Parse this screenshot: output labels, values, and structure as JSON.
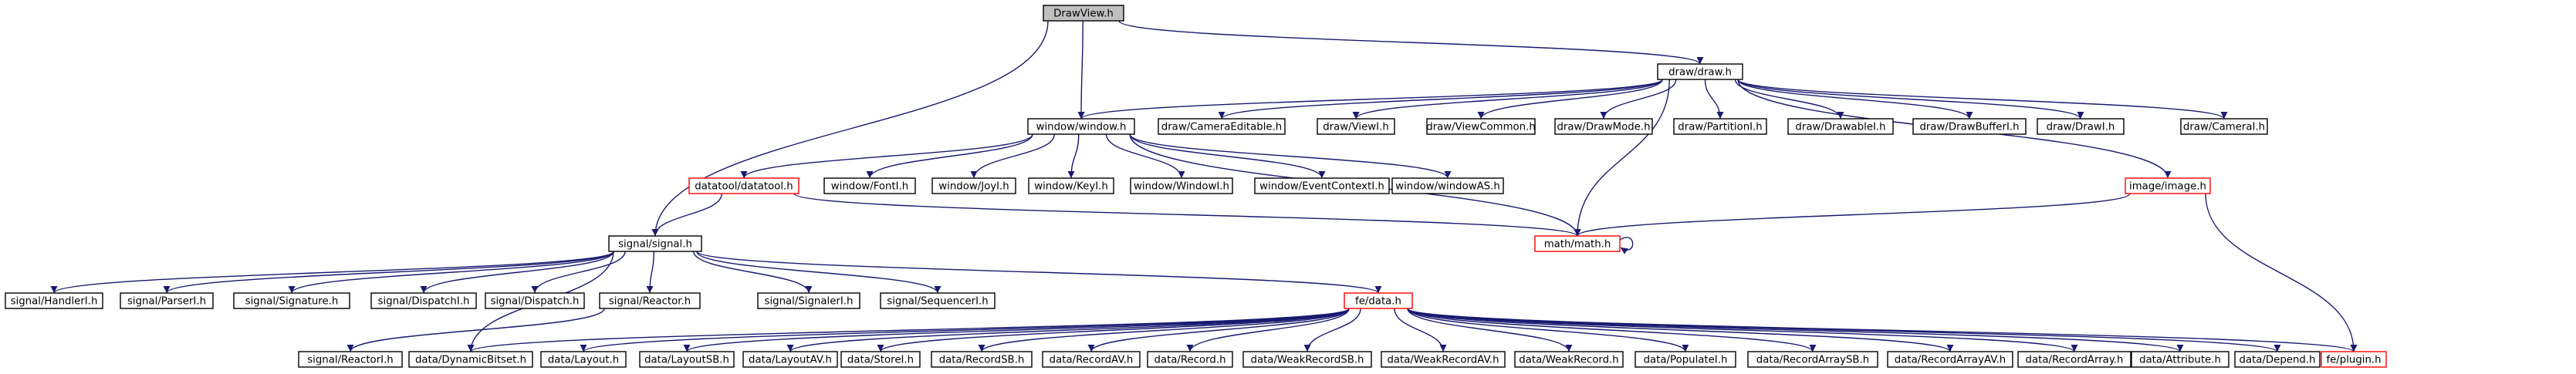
{
  "graph": {
    "type": "include-dependency-graph",
    "colors": {
      "edge": "#191970",
      "red_border": "#ff0000",
      "root_fill": "#bfbfbf"
    },
    "nodes": [
      {
        "id": "drawview",
        "label": "DrawView.h",
        "style": "root"
      },
      {
        "id": "draw",
        "label": "draw/draw.h",
        "style": "normal"
      },
      {
        "id": "window",
        "label": "window/window.h",
        "style": "normal"
      },
      {
        "id": "cameraeditable",
        "label": "draw/CameraEditable.h",
        "style": "normal"
      },
      {
        "id": "viewi",
        "label": "draw/ViewI.h",
        "style": "normal"
      },
      {
        "id": "viewcommon",
        "label": "draw/ViewCommon.h",
        "style": "normal"
      },
      {
        "id": "drawmode",
        "label": "draw/DrawMode.h",
        "style": "normal"
      },
      {
        "id": "partitioni",
        "label": "draw/PartitionI.h",
        "style": "normal"
      },
      {
        "id": "drawablei",
        "label": "draw/DrawableI.h",
        "style": "normal"
      },
      {
        "id": "drawbufferi",
        "label": "draw/DrawBufferI.h",
        "style": "normal"
      },
      {
        "id": "drawi",
        "label": "draw/DrawI.h",
        "style": "normal"
      },
      {
        "id": "camerai",
        "label": "draw/CameraI.h",
        "style": "normal"
      },
      {
        "id": "datatool",
        "label": "datatool/datatool.h",
        "style": "red"
      },
      {
        "id": "fonti",
        "label": "window/FontI.h",
        "style": "normal"
      },
      {
        "id": "joyi",
        "label": "window/JoyI.h",
        "style": "normal"
      },
      {
        "id": "keyi",
        "label": "window/KeyI.h",
        "style": "normal"
      },
      {
        "id": "windowi",
        "label": "window/WindowI.h",
        "style": "normal"
      },
      {
        "id": "eventcontexti",
        "label": "window/EventContextI.h",
        "style": "normal"
      },
      {
        "id": "windowas",
        "label": "window/windowAS.h",
        "style": "normal"
      },
      {
        "id": "image",
        "label": "image/image.h",
        "style": "red"
      },
      {
        "id": "signal",
        "label": "signal/signal.h",
        "style": "normal"
      },
      {
        "id": "math",
        "label": "math/math.h",
        "style": "red"
      },
      {
        "id": "handleri",
        "label": "signal/HandlerI.h",
        "style": "normal"
      },
      {
        "id": "parseri",
        "label": "signal/ParserI.h",
        "style": "normal"
      },
      {
        "id": "signature",
        "label": "signal/Signature.h",
        "style": "normal"
      },
      {
        "id": "dispatchi",
        "label": "signal/DispatchI.h",
        "style": "normal"
      },
      {
        "id": "dispatch",
        "label": "signal/Dispatch.h",
        "style": "normal"
      },
      {
        "id": "reactor",
        "label": "signal/Reactor.h",
        "style": "normal"
      },
      {
        "id": "signaleri",
        "label": "signal/SignalerI.h",
        "style": "normal"
      },
      {
        "id": "sequenceri",
        "label": "signal/SequencerI.h",
        "style": "normal"
      },
      {
        "id": "fedata",
        "label": "fe/data.h",
        "style": "red"
      },
      {
        "id": "reactori",
        "label": "signal/ReactorI.h",
        "style": "normal"
      },
      {
        "id": "dynamicbitset",
        "label": "data/DynamicBitset.h",
        "style": "normal"
      },
      {
        "id": "layout",
        "label": "data/Layout.h",
        "style": "normal"
      },
      {
        "id": "layoutsb",
        "label": "data/LayoutSB.h",
        "style": "normal"
      },
      {
        "id": "layoutav",
        "label": "data/LayoutAV.h",
        "style": "normal"
      },
      {
        "id": "storei",
        "label": "data/StoreI.h",
        "style": "normal"
      },
      {
        "id": "recordsb",
        "label": "data/RecordSB.h",
        "style": "normal"
      },
      {
        "id": "recordav",
        "label": "data/RecordAV.h",
        "style": "normal"
      },
      {
        "id": "record",
        "label": "data/Record.h",
        "style": "normal"
      },
      {
        "id": "weakrecordsb",
        "label": "data/WeakRecordSB.h",
        "style": "normal"
      },
      {
        "id": "weakrecordav",
        "label": "data/WeakRecordAV.h",
        "style": "normal"
      },
      {
        "id": "weakrecord",
        "label": "data/WeakRecord.h",
        "style": "normal"
      },
      {
        "id": "populatei",
        "label": "data/PopulateI.h",
        "style": "normal"
      },
      {
        "id": "recordarraysb",
        "label": "data/RecordArraySB.h",
        "style": "normal"
      },
      {
        "id": "recordarrayav",
        "label": "data/RecordArrayAV.h",
        "style": "normal"
      },
      {
        "id": "recordarray",
        "label": "data/RecordArray.h",
        "style": "normal"
      },
      {
        "id": "attribute",
        "label": "data/Attribute.h",
        "style": "normal"
      },
      {
        "id": "depend",
        "label": "data/Depend.h",
        "style": "normal"
      },
      {
        "id": "plugin",
        "label": "fe/plugin.h",
        "style": "red"
      }
    ],
    "edges": [
      [
        "drawview",
        "draw"
      ],
      [
        "drawview",
        "window"
      ],
      [
        "drawview",
        "signal"
      ],
      [
        "draw",
        "window"
      ],
      [
        "draw",
        "cameraeditable"
      ],
      [
        "draw",
        "viewi"
      ],
      [
        "draw",
        "viewcommon"
      ],
      [
        "draw",
        "drawmode"
      ],
      [
        "draw",
        "partitioni"
      ],
      [
        "draw",
        "drawablei"
      ],
      [
        "draw",
        "drawbufferi"
      ],
      [
        "draw",
        "drawi"
      ],
      [
        "draw",
        "camerai"
      ],
      [
        "draw",
        "image"
      ],
      [
        "draw",
        "math"
      ],
      [
        "window",
        "datatool"
      ],
      [
        "window",
        "fonti"
      ],
      [
        "window",
        "joyi"
      ],
      [
        "window",
        "keyi"
      ],
      [
        "window",
        "windowi"
      ],
      [
        "window",
        "eventcontexti"
      ],
      [
        "window",
        "windowas"
      ],
      [
        "window",
        "math"
      ],
      [
        "datatool",
        "signal"
      ],
      [
        "datatool",
        "math"
      ],
      [
        "image",
        "math"
      ],
      [
        "image",
        "plugin"
      ],
      [
        "math",
        "math"
      ],
      [
        "signal",
        "handleri"
      ],
      [
        "signal",
        "parseri"
      ],
      [
        "signal",
        "signature"
      ],
      [
        "signal",
        "dispatchi"
      ],
      [
        "signal",
        "dispatch"
      ],
      [
        "signal",
        "reactor"
      ],
      [
        "signal",
        "signaleri"
      ],
      [
        "signal",
        "sequenceri"
      ],
      [
        "signal",
        "fedata"
      ],
      [
        "signal",
        "dynamicbitset"
      ],
      [
        "reactor",
        "reactori"
      ],
      [
        "fedata",
        "dynamicbitset"
      ],
      [
        "fedata",
        "layout"
      ],
      [
        "fedata",
        "layoutsb"
      ],
      [
        "fedata",
        "layoutav"
      ],
      [
        "fedata",
        "storei"
      ],
      [
        "fedata",
        "recordsb"
      ],
      [
        "fedata",
        "recordav"
      ],
      [
        "fedata",
        "record"
      ],
      [
        "fedata",
        "weakrecordsb"
      ],
      [
        "fedata",
        "weakrecordav"
      ],
      [
        "fedata",
        "weakrecord"
      ],
      [
        "fedata",
        "populatei"
      ],
      [
        "fedata",
        "recordarraysb"
      ],
      [
        "fedata",
        "recordarrayav"
      ],
      [
        "fedata",
        "recordarray"
      ],
      [
        "fedata",
        "attribute"
      ],
      [
        "fedata",
        "depend"
      ],
      [
        "fedata",
        "plugin"
      ]
    ]
  }
}
